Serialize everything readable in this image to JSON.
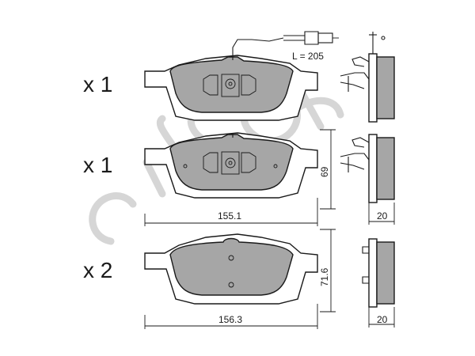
{
  "diagram": {
    "rows": [
      {
        "quantity": "x 1",
        "wear_sensor_length": "L = 205"
      },
      {
        "quantity": "x 1",
        "height": "69",
        "width": "155.1",
        "thickness": "20"
      },
      {
        "quantity": "x 2",
        "height": "71.6",
        "width": "156.3",
        "thickness": "20"
      }
    ],
    "watermark": "cifam",
    "colors": {
      "friction_material": "#a6a6a6",
      "outline": "#1a1a1a",
      "watermark": "#d2d2d2"
    }
  }
}
